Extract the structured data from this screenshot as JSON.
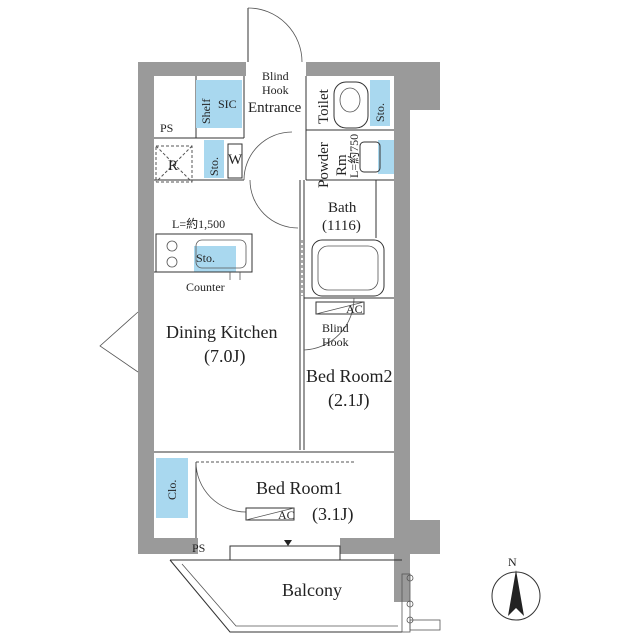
{
  "rooms": {
    "entrance": "Entrance",
    "blind_hook_top_1": "Blind",
    "blind_hook_top_2": "Hook",
    "shelf": "Shelf",
    "sic": "SIC",
    "ps_top": "PS",
    "toilet": "Toilet",
    "sto_toilet": "Sto.",
    "powder_1": "Powder",
    "powder_2": "Rm",
    "powder_dim": "L=約750",
    "r_label": "R",
    "sto_w": "Sto.",
    "w_label": "W",
    "bath_1": "Bath",
    "bath_2": "(1116)",
    "kitchen_dim": "L=約1,500",
    "sto_kitchen": "Sto.",
    "counter": "Counter",
    "ac_upper": "AC",
    "blind_hook_mid_1": "Blind",
    "blind_hook_mid_2": "Hook",
    "dining_1": "Dining Kitchen",
    "dining_2": "(7.0J)",
    "bed2_1": "Bed Room2",
    "bed2_2": "(2.1J)",
    "clo": "Clo.",
    "bed1_1": "Bed Room1",
    "bed1_2": "(3.1J)",
    "ac_lower": "AC",
    "ps_bottom": "PS",
    "balcony": "Balcony"
  },
  "compass": {
    "north": "N"
  },
  "colors": {
    "wall": "#9a9a9a",
    "storage": "#a9d8ef"
  }
}
